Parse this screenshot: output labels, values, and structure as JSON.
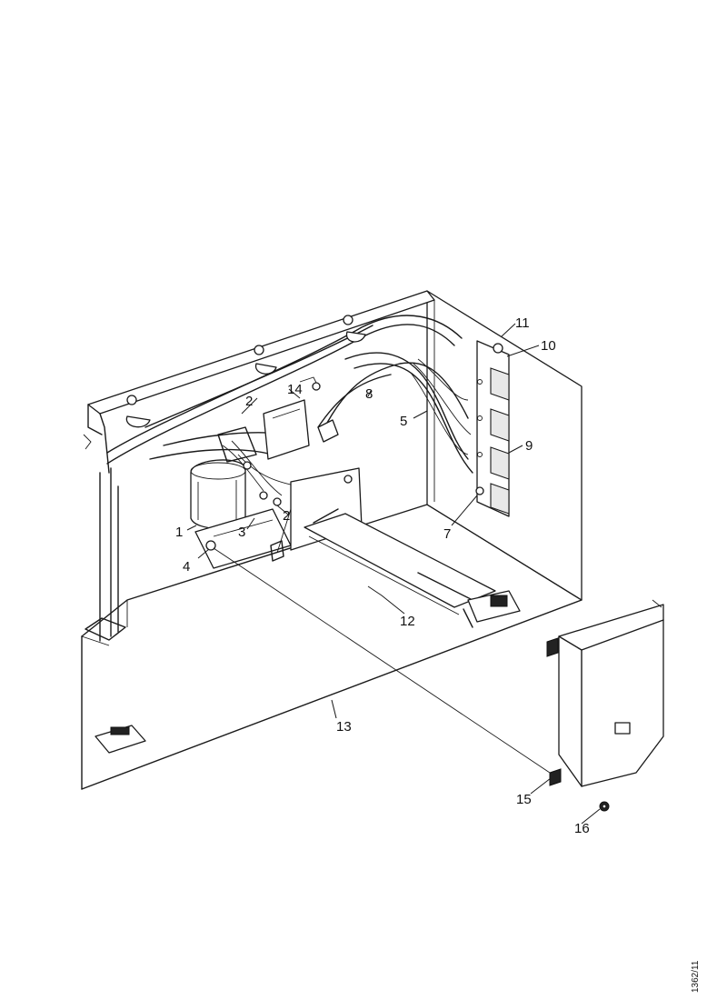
{
  "callouts": [
    {
      "id": "c1",
      "label": "1"
    },
    {
      "id": "c2a",
      "label": "2"
    },
    {
      "id": "c2b",
      "label": "2"
    },
    {
      "id": "c3",
      "label": "3"
    },
    {
      "id": "c4",
      "label": "4"
    },
    {
      "id": "c5",
      "label": "5"
    },
    {
      "id": "c7",
      "label": "7"
    },
    {
      "id": "c8",
      "label": "8"
    },
    {
      "id": "c9",
      "label": "9"
    },
    {
      "id": "c10",
      "label": "10"
    },
    {
      "id": "c11",
      "label": "11"
    },
    {
      "id": "c12",
      "label": "12"
    },
    {
      "id": "c13",
      "label": "13"
    },
    {
      "id": "c14",
      "label": "14"
    },
    {
      "id": "c15",
      "label": "15"
    },
    {
      "id": "c16",
      "label": "16"
    }
  ],
  "document_id": "1362/11"
}
